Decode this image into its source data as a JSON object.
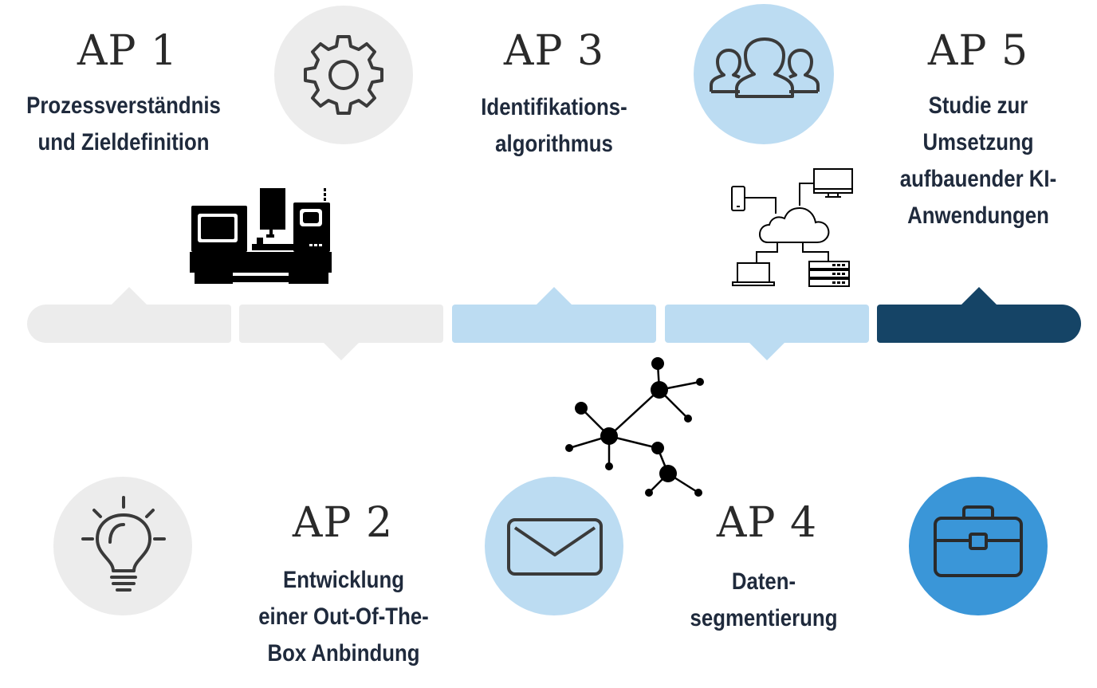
{
  "colors": {
    "grey": "#ececec",
    "light_blue": "#bcdcf2",
    "dark_blue": "#154466",
    "mid_blue": "#3a96d8",
    "icon_stroke": "#3a3a3a",
    "text": "#1f2a3c"
  },
  "work_packages": [
    {
      "label": "AP 1",
      "description": [
        "Prozessverständnis",
        "und Zieldefinition"
      ],
      "icon": "gear-icon",
      "illustration": "cnc-machine-icon",
      "color": "grey"
    },
    {
      "label": "AP 2",
      "description": [
        "Entwicklung",
        "einer Out-Of-The-",
        "Box Anbindung"
      ],
      "icon": "lightbulb-icon",
      "color": "grey"
    },
    {
      "label": "AP 3",
      "description": [
        "Identifikations-",
        "algorithmus"
      ],
      "icon": "envelope-icon",
      "illustration": "network-graph-icon",
      "color": "light_blue"
    },
    {
      "label": "AP 4",
      "description": [
        "Daten-",
        "segmentierung"
      ],
      "icon": "people-group-icon",
      "illustration": "cloud-network-icon",
      "color": "light_blue"
    },
    {
      "label": "AP 5",
      "description": [
        "Studie zur",
        "Umsetzung",
        "aufbauender KI-",
        "Anwendungen"
      ],
      "icon": "briefcase-icon",
      "color": "dark_blue"
    }
  ]
}
